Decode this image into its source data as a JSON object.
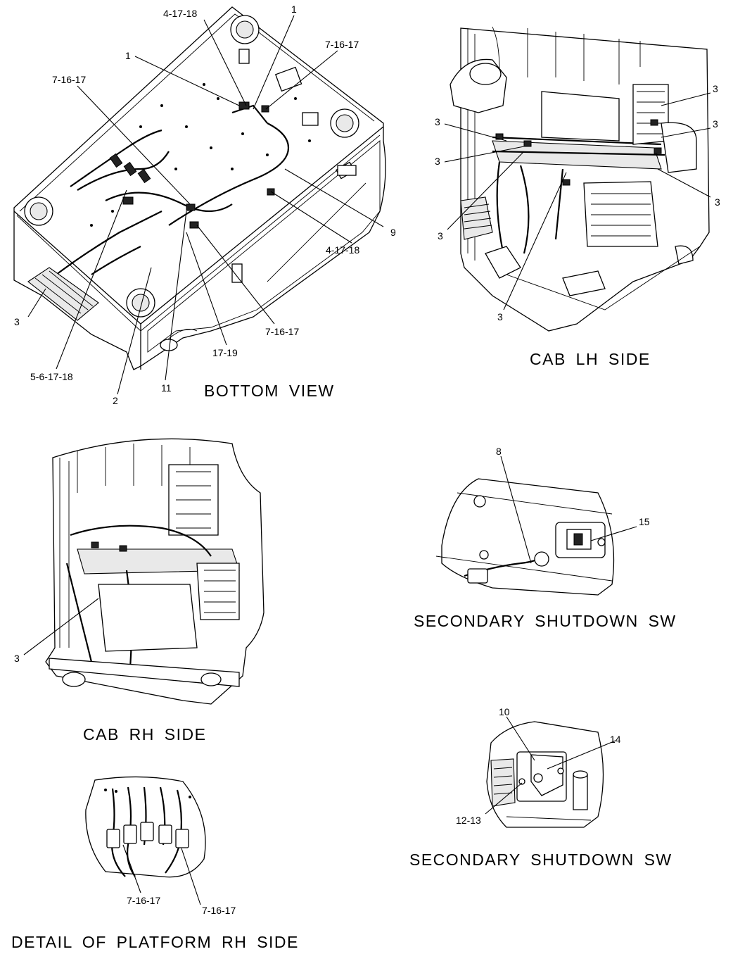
{
  "views": {
    "bottom": {
      "title": "BOTTOM VIEW"
    },
    "cab_lh": {
      "title": "CAB LH SIDE"
    },
    "cab_rh": {
      "title": "CAB RH SIDE"
    },
    "sec_sw_1": {
      "title": "SECONDARY SHUTDOWN SW"
    },
    "sec_sw_2": {
      "title": "SECONDARY SHUTDOWN SW"
    },
    "platform": {
      "title": "DETAIL OF PLATFORM RH SIDE"
    }
  },
  "callouts": {
    "bottom": [
      "4-17-18",
      "1",
      "7-16-17",
      "1",
      "7-16-17",
      "9",
      "4-17-18",
      "7-16-17",
      "17-19",
      "11",
      "2",
      "5-6-17-18",
      "3"
    ],
    "cab_lh": [
      "3",
      "3",
      "3",
      "3",
      "3",
      "3",
      "3"
    ],
    "cab_rh": [
      "3"
    ],
    "sec_sw_1": [
      "8",
      "15"
    ],
    "sec_sw_2": [
      "10",
      "14",
      "12-13"
    ],
    "platform": [
      "7-16-17",
      "7-16-17"
    ]
  }
}
